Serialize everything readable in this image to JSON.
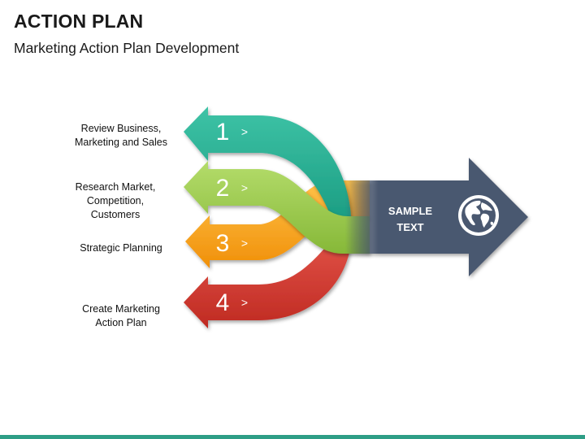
{
  "header": {
    "title": "ACTION PLAN",
    "subtitle": "Marketing Action Plan Development"
  },
  "steps": [
    {
      "number": "1",
      "chevron": ">",
      "label_lines": [
        "Review Business,",
        "Marketing and Sales"
      ],
      "color": "#1fa88d"
    },
    {
      "number": "2",
      "chevron": ">",
      "label_lines": [
        "Research Market,",
        "Competition,",
        "Customers"
      ],
      "color": "#9ccb4f"
    },
    {
      "number": "3",
      "chevron": ">",
      "label_lines": [
        "Strategic Planning"
      ],
      "color": "#f7a11a"
    },
    {
      "number": "4",
      "chevron": ">",
      "label_lines": [
        "Create Marketing",
        "Action Plan"
      ],
      "color": "#d4392f"
    }
  ],
  "target": {
    "text_lines": [
      "SAMPLE",
      "TEXT"
    ],
    "icon": "globe-icon",
    "color": "#4a5870"
  },
  "accent": {
    "bottom_bar": "#2e9e86"
  }
}
